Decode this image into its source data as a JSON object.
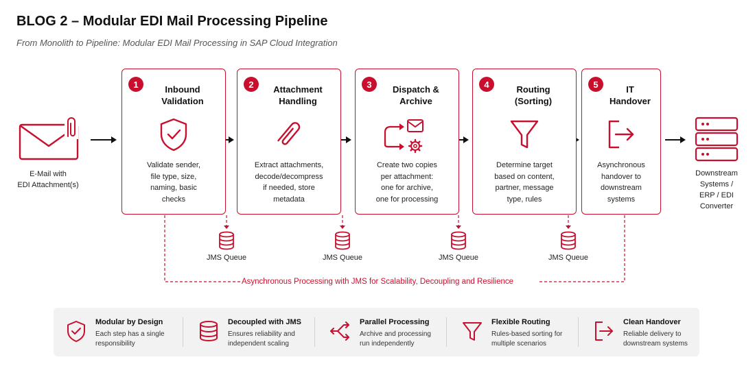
{
  "header": {
    "title": "BLOG 2 – Modular EDI Mail Processing Pipeline",
    "subtitle": "From Monolith to Pipeline: Modular EDI Mail Processing in SAP Cloud Integration"
  },
  "source": {
    "label_line1": "E-Mail with",
    "label_line2": "EDI Attachment(s)"
  },
  "steps": [
    {
      "number": "1",
      "title_line1": "Inbound",
      "title_line2": "Validation",
      "desc": [
        "Validate sender,",
        "file type, size,",
        "naming, basic",
        "checks"
      ],
      "icon": "shield-check-icon"
    },
    {
      "number": "2",
      "title_line1": "Attachment",
      "title_line2": "Handling",
      "desc": [
        "Extract attachments,",
        "decode/decompress",
        "if needed, store",
        "metadata"
      ],
      "icon": "paperclip-icon"
    },
    {
      "number": "3",
      "title_line1": "Dispatch &",
      "title_line2": "Archive",
      "desc": [
        "Create two copies",
        "per attachment:",
        "one for archive,",
        "one for processing"
      ],
      "icon": "dispatch-icon"
    },
    {
      "number": "4",
      "title_line1": "Routing",
      "title_line2": "(Sorting)",
      "desc": [
        "Determine target",
        "based on content,",
        "partner, message",
        "type, rules"
      ],
      "icon": "funnel-icon"
    },
    {
      "number": "5",
      "title_line1": "IT",
      "title_line2": "Handover",
      "desc": [
        "Asynchronous",
        "handover to",
        "downstream",
        "systems"
      ],
      "icon": "exit-icon"
    }
  ],
  "jms_queues": [
    "JMS Queue",
    "JMS Queue",
    "JMS Queue",
    "JMS Queue"
  ],
  "target": {
    "label": [
      "Downstream",
      "Systems /",
      "ERP / EDI",
      "Converter"
    ]
  },
  "bus_label": "Asynchronous Processing with JMS for Scalability, Decoupling and Resilience",
  "features": [
    {
      "title": "Modular by Design",
      "desc": [
        "Each step has a single",
        "responsibility"
      ],
      "icon": "shield-check-icon"
    },
    {
      "title": "Decoupled with JMS",
      "desc": [
        "Ensures reliability and",
        "independent scaling"
      ],
      "icon": "database-icon"
    },
    {
      "title": "Parallel Processing",
      "desc": [
        "Archive and processing",
        "run independently"
      ],
      "icon": "split-arrows-icon"
    },
    {
      "title": "Flexible Routing",
      "desc": [
        "Rules-based sorting for",
        "multiple scenarios"
      ],
      "icon": "funnel-icon"
    },
    {
      "title": "Clean Handover",
      "desc": [
        "Reliable delivery to",
        "downstream systems"
      ],
      "icon": "exit-icon"
    }
  ],
  "colors": {
    "accent": "#c8102e",
    "text": "#1a1a1a",
    "panel": "#f2f2f2"
  }
}
